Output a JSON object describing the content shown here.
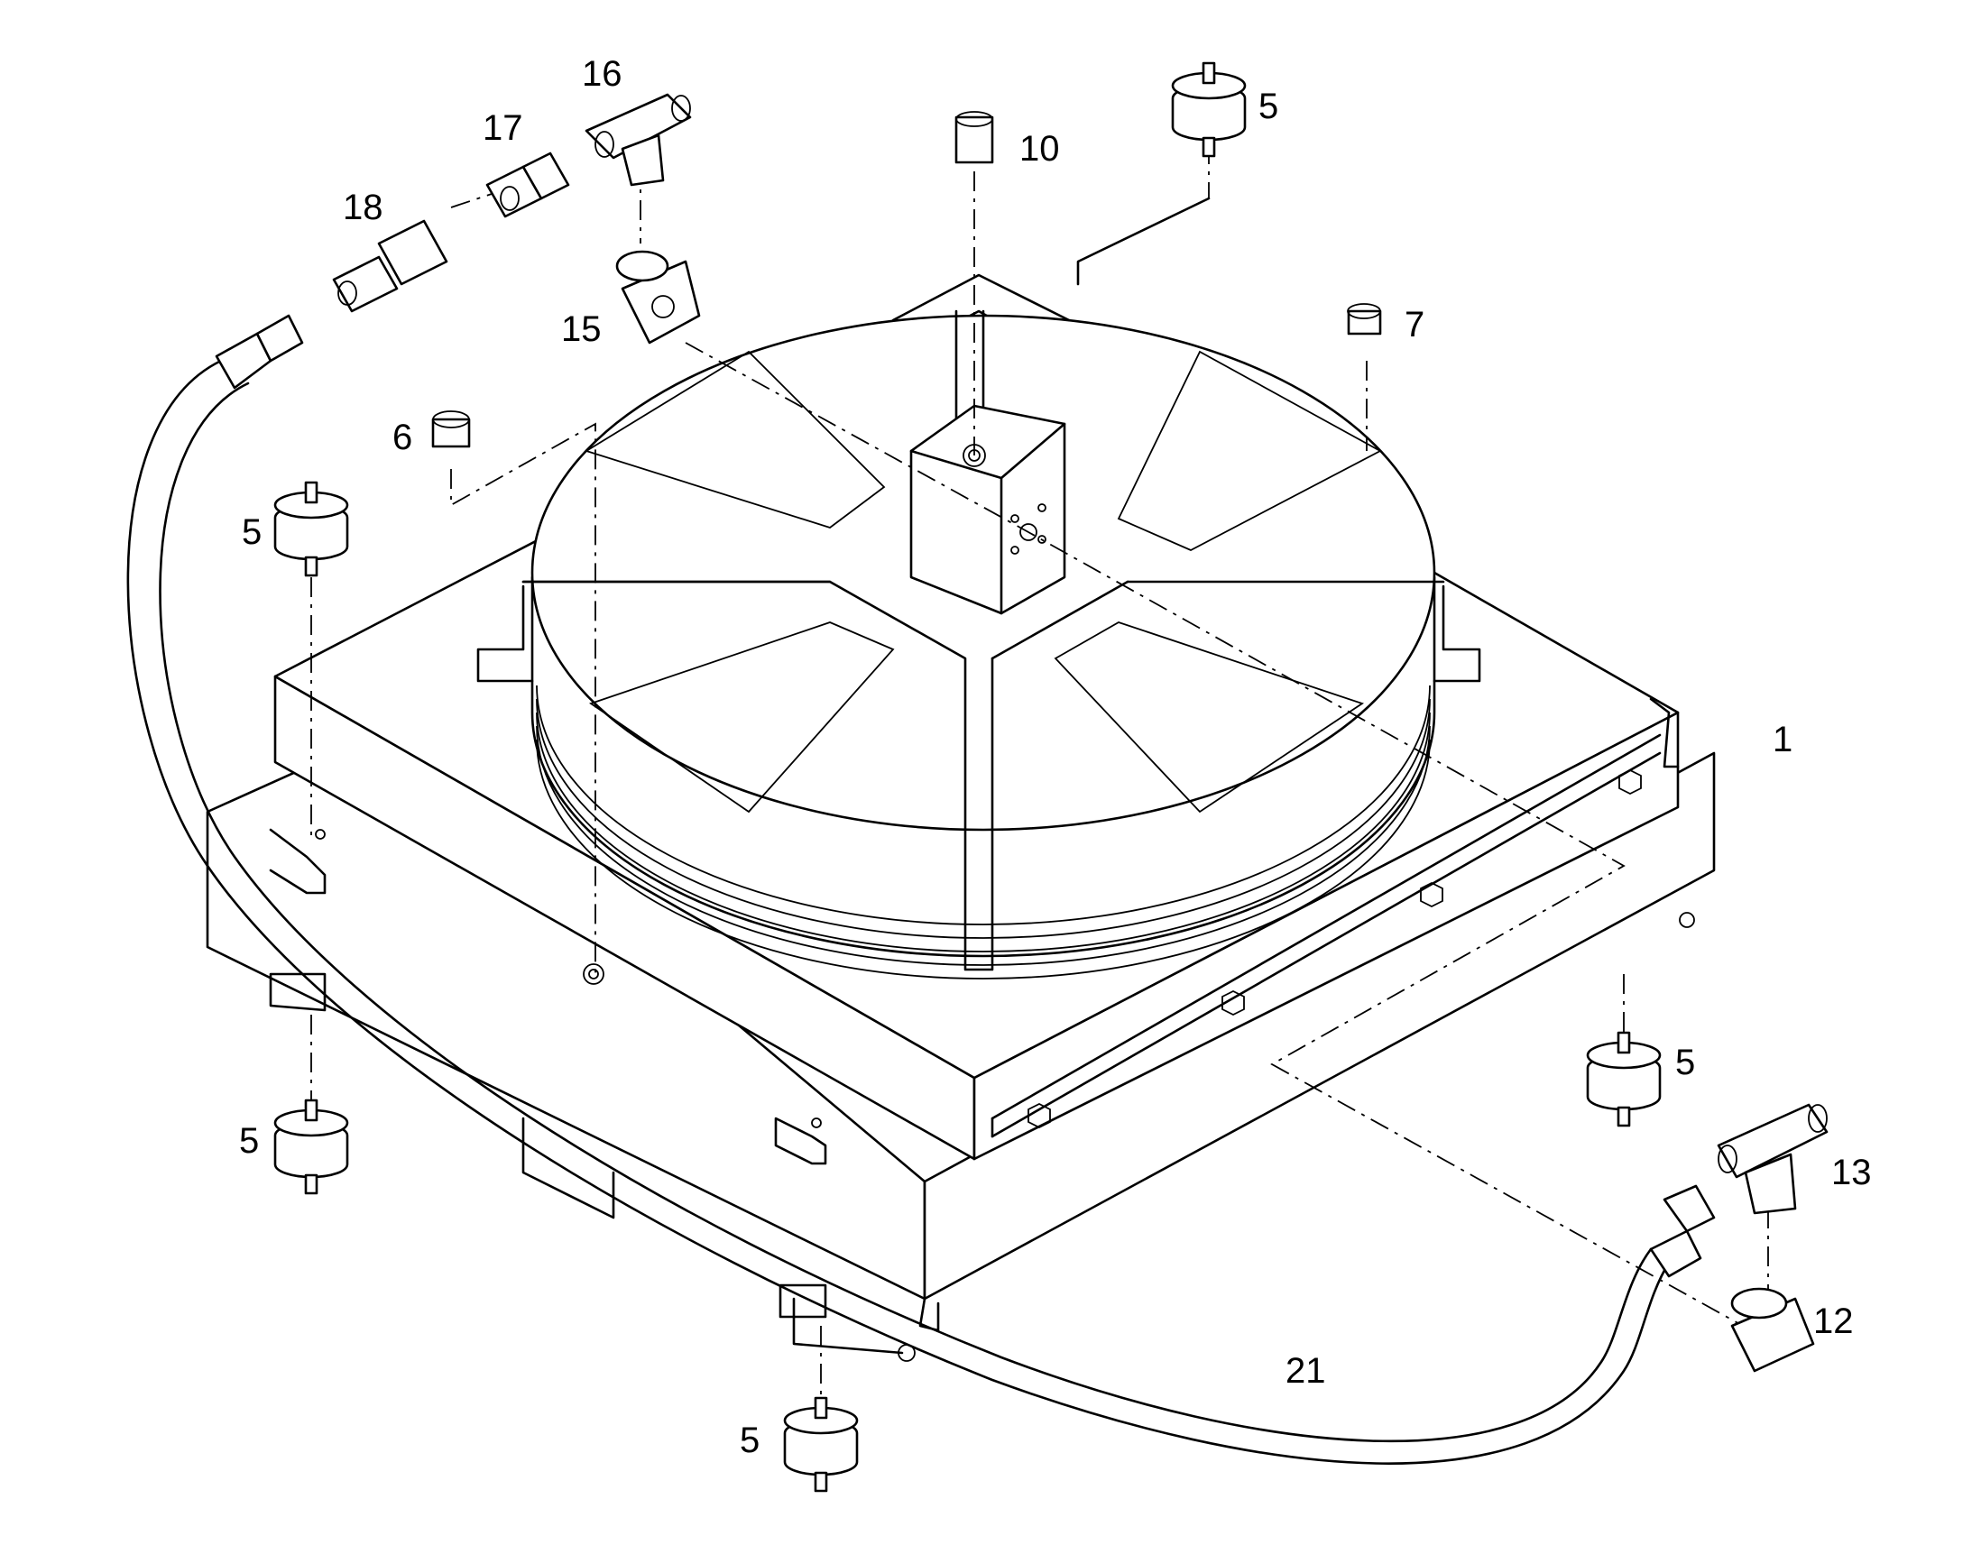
{
  "labels": {
    "p1": "1",
    "p5a": "5",
    "p5b": "5",
    "p5c": "5",
    "p5d": "5",
    "p5e": "5",
    "p6": "6",
    "p7": "7",
    "p10": "10",
    "p12": "12",
    "p13": "13",
    "p15": "15",
    "p16": "16",
    "p17": "17",
    "p18": "18",
    "p21": "21"
  }
}
